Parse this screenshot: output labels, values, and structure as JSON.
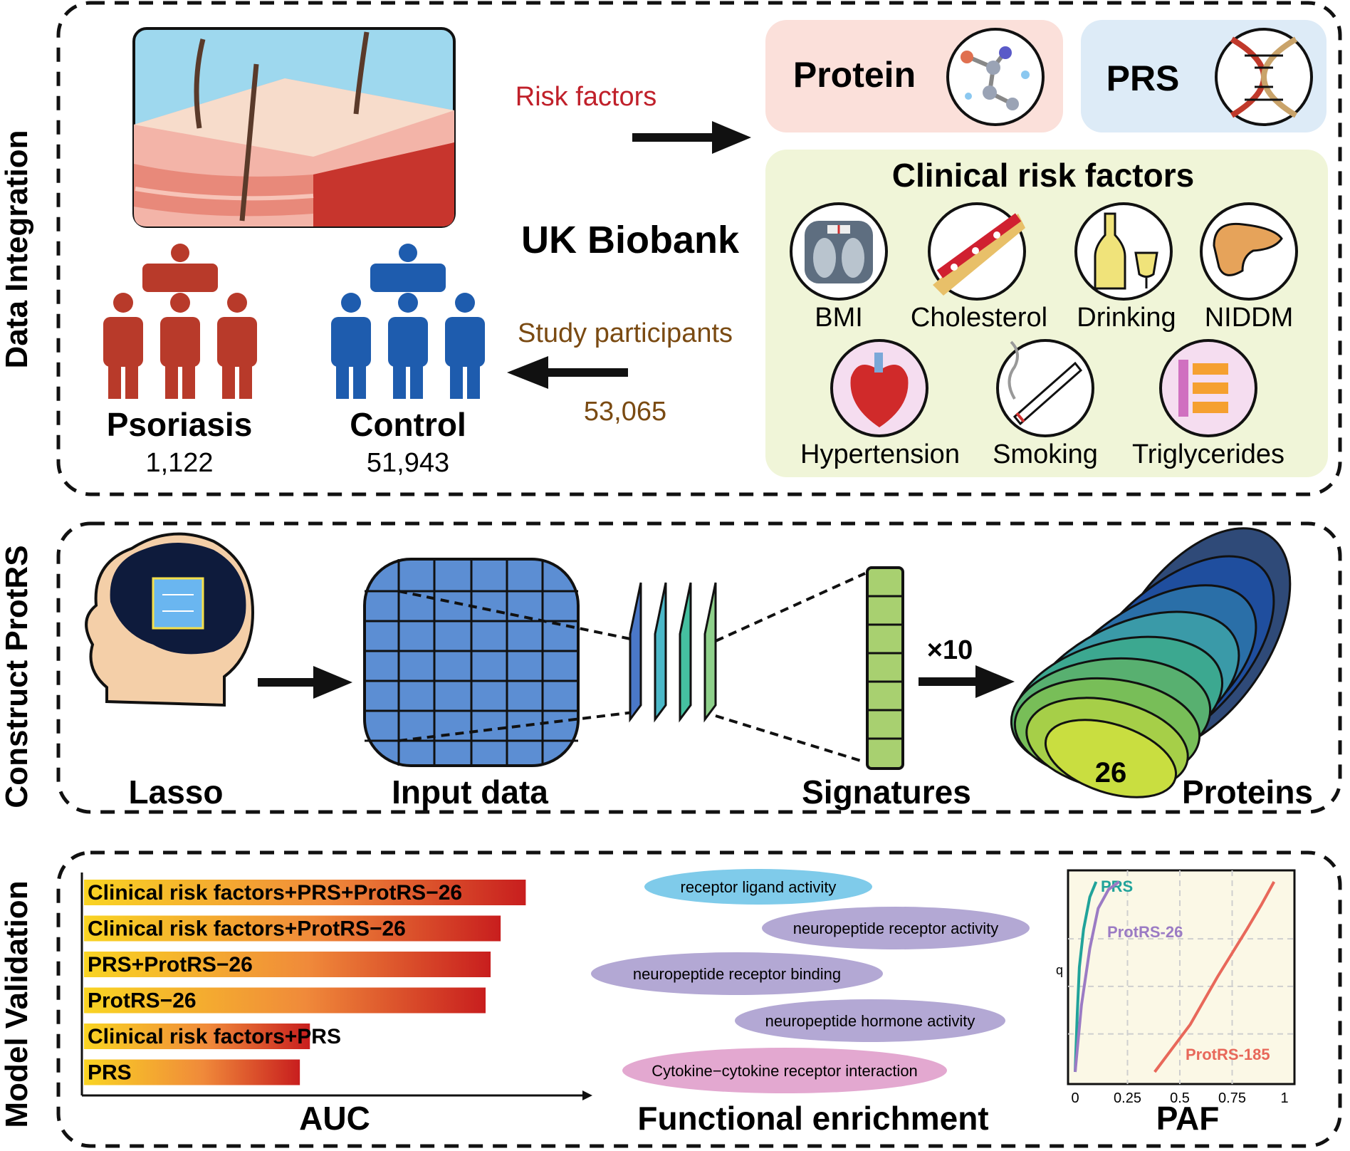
{
  "sections": {
    "integration": "Data Integration",
    "construct": "Construct ProtRS",
    "validation": "Model Validation"
  },
  "integration": {
    "risk_factors": "Risk factors",
    "uk_biobank": "UK Biobank",
    "study_participants": "Study participants",
    "participants_count": "53,065",
    "psoriasis_label": "Psoriasis",
    "psoriasis_count": "1,122",
    "control_label": "Control",
    "control_count": "51,943",
    "protein_label": "Protein",
    "prs_label": "PRS",
    "clinical_title": "Clinical risk factors",
    "clinical_items": [
      "BMI",
      "Cholesterol",
      "Drinking",
      "NIDDM",
      "Hypertension",
      "Smoking",
      "Triglycerides"
    ]
  },
  "construct": {
    "lasso": "Lasso",
    "input_data": "Input data",
    "times_ten": "×10",
    "signatures": "Signatures",
    "proteins": "Proteins",
    "protein_count": "26"
  },
  "validation": {
    "auc_label": "AUC",
    "enrichment_label": "Functional enrichment",
    "paf_label": "PAF",
    "enrichment_terms": [
      "receptor ligand activity",
      "neuropeptide receptor activity",
      "neuropeptide receptor binding",
      "neuropeptide hormone activity",
      "Cytokine−cytokine receptor interaction"
    ]
  },
  "chart_data": [
    {
      "type": "bar",
      "orientation": "horizontal",
      "xlabel": "AUC",
      "categories": [
        "Clinical risk factors+PRS+ProtRS−26",
        "Clinical risk factors+ProtRS−26",
        "PRS+ProtRS−26",
        "ProtRS−26",
        "Clinical risk factors+PRS",
        "PRS"
      ],
      "values": [
        0.88,
        0.83,
        0.81,
        0.8,
        0.45,
        0.43
      ],
      "xlim": [
        0,
        1
      ]
    },
    {
      "type": "line",
      "xlabel": "PAF",
      "ylabel": "q",
      "xlim": [
        0,
        1
      ],
      "x_ticks": [
        "0",
        "0.25",
        "0.5",
        "0.75",
        "1"
      ],
      "grid": true,
      "series": [
        {
          "name": "PRS",
          "color": "#20A39A",
          "points": [
            [
              0.0,
              0.0
            ],
            [
              0.01,
              0.3
            ],
            [
              0.02,
              0.55
            ],
            [
              0.04,
              0.75
            ],
            [
              0.07,
              0.92
            ],
            [
              0.1,
              1.0
            ]
          ]
        },
        {
          "name": "ProtRS-26",
          "color": "#9B7BC4",
          "points": [
            [
              0.0,
              0.0
            ],
            [
              0.03,
              0.35
            ],
            [
              0.07,
              0.65
            ],
            [
              0.11,
              0.86
            ],
            [
              0.16,
              0.96
            ],
            [
              0.21,
              1.0
            ]
          ]
        },
        {
          "name": "ProtRS-185",
          "color": "#E8685A",
          "points": [
            [
              0.38,
              0.0
            ],
            [
              0.55,
              0.25
            ],
            [
              0.68,
              0.5
            ],
            [
              0.82,
              0.75
            ],
            [
              0.89,
              0.88
            ],
            [
              0.95,
              1.0
            ]
          ]
        }
      ]
    }
  ]
}
